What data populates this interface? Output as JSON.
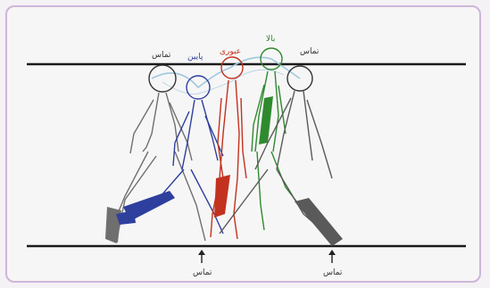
{
  "labels": {
    "contact_left": "تماس",
    "passing_down": "پایین",
    "passing": "عبوری",
    "up": "بالا",
    "contact_right": "تماس",
    "bottom_left": "تماس",
    "bottom_right": "تماس"
  },
  "colors": {
    "frame_border": "#cdb6d8",
    "gray": "#6f6f6f",
    "blue": "#2e3f9e",
    "red": "#c2321f",
    "green": "#2f8a2f",
    "dark_gray": "#5a5a5a",
    "line": "#1b1b1b",
    "path": "#9ec7de"
  }
}
